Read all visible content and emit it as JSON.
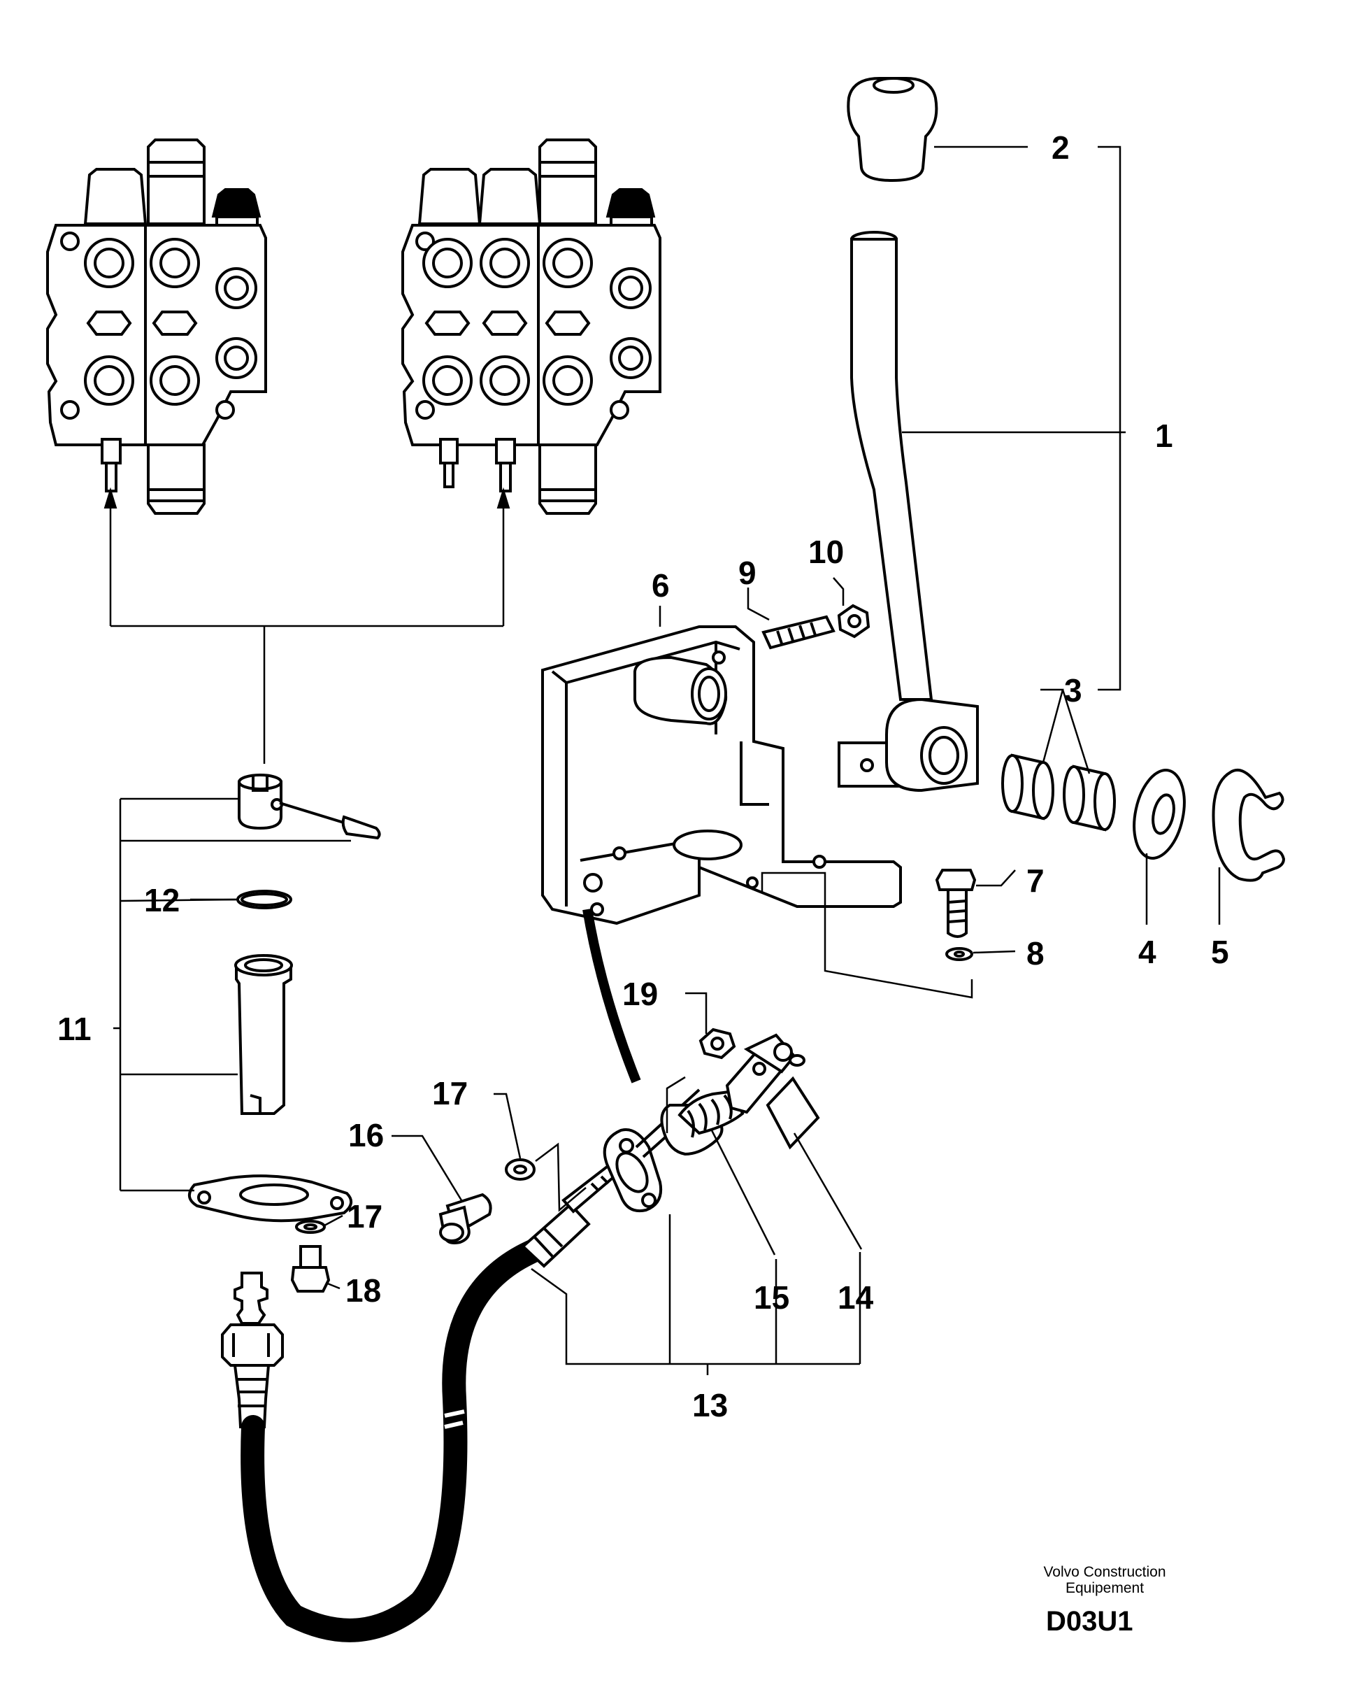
{
  "callouts": {
    "c1": "1",
    "c2": "2",
    "c3": "3",
    "c4": "4",
    "c5": "5",
    "c6": "6",
    "c7": "7",
    "c8": "8",
    "c9": "9",
    "c10": "10",
    "c11": "11",
    "c12": "12",
    "c13": "13",
    "c14": "14",
    "c15": "15",
    "c16": "16",
    "c17a": "17",
    "c17b": "17",
    "c18": "18",
    "c19": "19"
  },
  "publisher": {
    "line1": "Volvo Construction",
    "line2": "Equipement"
  },
  "figure_code": "D03U1"
}
